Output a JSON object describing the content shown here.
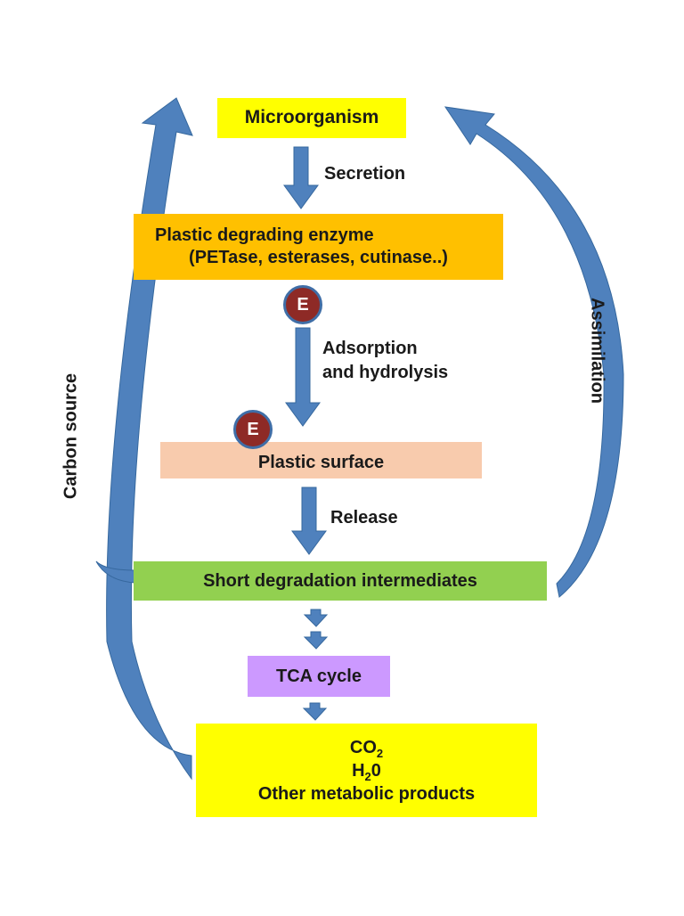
{
  "nodes": {
    "microorganism": {
      "label": "Microorganism",
      "color": "#ffff00"
    },
    "enzyme": {
      "line1": "Plastic degrading enzyme",
      "line2": "(PETase, esterases, cutinase..)",
      "color": "#ffc000"
    },
    "plastic_surface": {
      "label": "Plastic surface",
      "color": "#f8cbad"
    },
    "short_intermediates": {
      "label": "Short degradation intermediates",
      "color": "#92d050"
    },
    "tca_cycle": {
      "label": "TCA cycle",
      "color": "#cc99ff"
    },
    "products": {
      "co2_main": "CO",
      "co2_sub": "2",
      "h2o_main": "H",
      "h2o_sub": "2",
      "h2o_tail": "0",
      "other": "Other metabolic products",
      "color": "#ffff00"
    }
  },
  "enzyme_marker": {
    "label": "E",
    "color": "#8e2a26"
  },
  "arrow_labels": {
    "secretion": "Secretion",
    "adsorption_line1": "Adsorption",
    "adsorption_line2": "and hydrolysis",
    "release": "Release",
    "carbon_source": "Carbon source",
    "assimilation": "Assimilation"
  },
  "arrow_color": "#4f81bd"
}
